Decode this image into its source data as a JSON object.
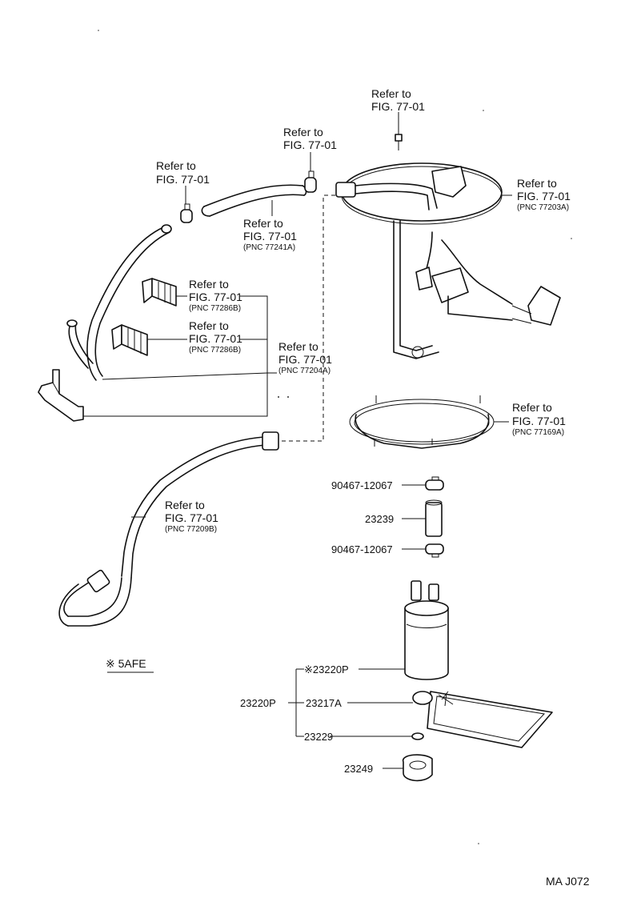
{
  "refs": {
    "top_bolt": {
      "line1": "Refer to",
      "line2": "FIG. 77-01"
    },
    "hose_clamp_top": {
      "line1": "Refer to",
      "line2": "FIG. 77-01"
    },
    "hose_clamp_left": {
      "line1": "Refer to",
      "line2": "FIG. 77-01"
    },
    "hose": {
      "line1": "Refer to",
      "line2": "FIG. 77-01",
      "pnc": "(PNC  77241A)"
    },
    "gauge": {
      "line1": "Refer to",
      "line2": "FIG. 77-01",
      "pnc": "(PNC  77203A)"
    },
    "clip_a": {
      "line1": "Refer to",
      "line2": "FIG. 77-01",
      "pnc": "(PNC  77286B)"
    },
    "clip_b": {
      "line1": "Refer to",
      "line2": "FIG. 77-01",
      "pnc": "(PNC  77286B)"
    },
    "tube_bracket": {
      "line1": "Refer to",
      "line2": "FIG. 77-01",
      "pnc": "(PNC  77204A)"
    },
    "gasket": {
      "line1": "Refer to",
      "line2": "FIG. 77-01",
      "pnc": "(PNC  77169A)"
    },
    "outlet_pipe": {
      "line1": "Refer to",
      "line2": "FIG. 77-01",
      "pnc": "(PNC  77209B)"
    }
  },
  "parts": {
    "clamp_upper": "90467-12067",
    "hose_23239": "23239",
    "clamp_lower": "90467-12067",
    "pump_marked": "※23220P",
    "assy": "23220P",
    "filter": "23217A",
    "washer": "23229",
    "cushion": "23249"
  },
  "note": "※ 5AFE",
  "footer_code": "MA  J072"
}
